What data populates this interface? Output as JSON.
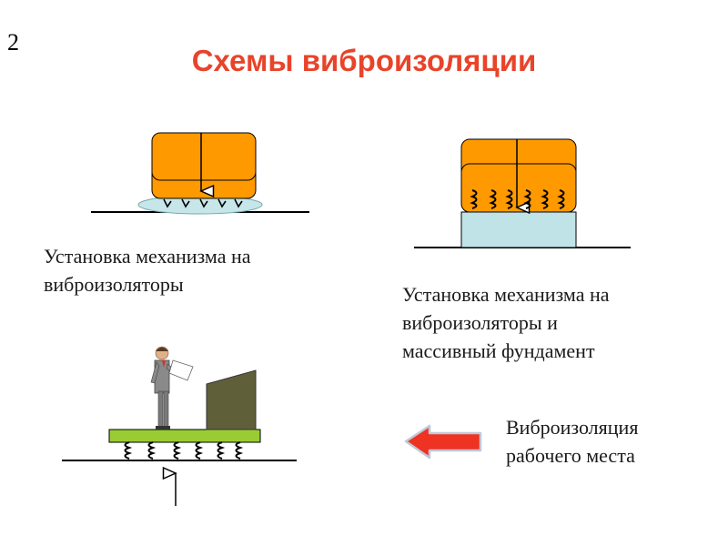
{
  "slide": {
    "number": "2",
    "title": "Схемы виброизоляции"
  },
  "captions": {
    "scheme1": "Установка механизма на\nвиброизоляторы",
    "scheme2": "Установка механизма на\nвиброизоляторы и\nмассивный фундамент",
    "scheme3": "Виброизоляция\nрабочего места"
  },
  "colors": {
    "title": "#e8442a",
    "machine": "#ff9900",
    "isolator_pad": "#c7e6ea",
    "foundation": "#bfe3e6",
    "platform": "#99cc33",
    "cabinet": "#5f5f3a",
    "arrow_fill": "#ee3322",
    "arrow_border": "#c0c8d8"
  },
  "icons": {
    "person": "worker-with-document-icon",
    "arrow": "left-arrow-icon"
  }
}
